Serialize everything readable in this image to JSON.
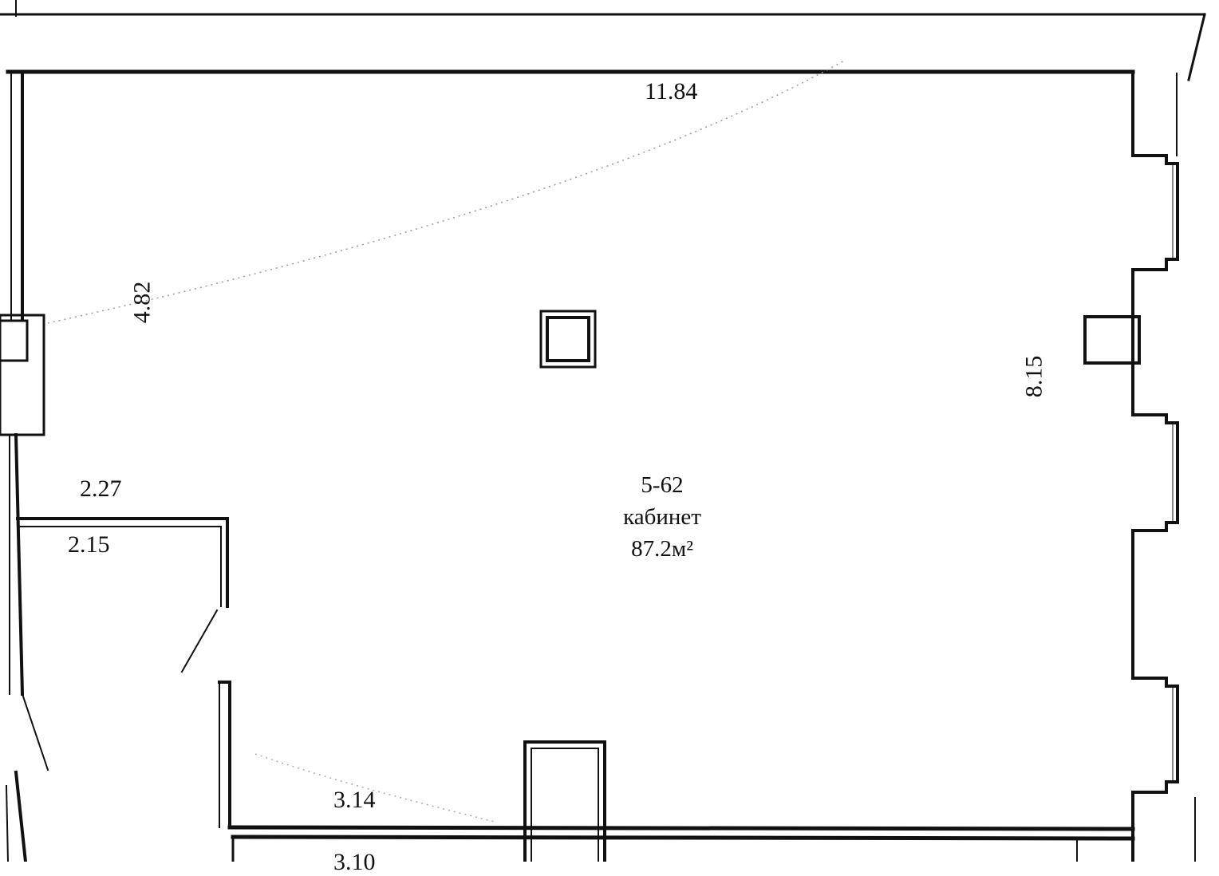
{
  "plan": {
    "room": {
      "number": "5-62",
      "name": "кабинет",
      "area": "87.2м²"
    },
    "dimensions": {
      "top": "11.84",
      "left_upper": "4.82",
      "right": "8.15",
      "left_partition_top": "2.27",
      "left_partition_bottom": "2.15",
      "bottom_upper": "3.14",
      "bottom_lower": "3.10"
    },
    "line_color": "#111111"
  }
}
